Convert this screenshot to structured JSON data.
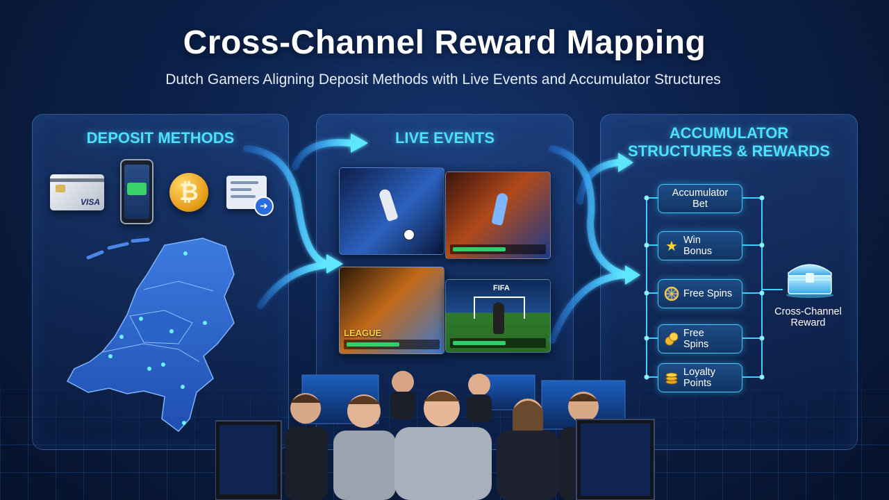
{
  "header": {
    "title": "Cross-Channel Reward Mapping",
    "subtitle": "Dutch Gamers Aligning Deposit Methods with Live Events and Accumulator Structures"
  },
  "panels": {
    "deposit": {
      "heading": "DEPOSIT METHODS",
      "card_brand": "VISA",
      "crypto_symbol": "₿",
      "icons": [
        "credit-card-icon",
        "smartphone-icon",
        "bitcoin-icon",
        "bank-transfer-icon"
      ]
    },
    "live": {
      "heading": "LIVE EVENTS",
      "tile_texts": [
        "LEAGUE",
        "FIFA"
      ]
    },
    "accumulator": {
      "heading_line1": "ACCUMULATOR",
      "heading_line2": "STRUCTURES & REWARDS",
      "items": [
        {
          "label": "Accumulator Bet",
          "icon": ""
        },
        {
          "label": "Win Bonus",
          "icon": "star-icon"
        },
        {
          "label": "Free Spins",
          "icon": "wheel-icon"
        },
        {
          "label": "Free Spins",
          "icon": "coins-icon"
        },
        {
          "label": "Loyalty Points",
          "icon": "coin-stack-icon"
        }
      ],
      "reward_label": "Cross-Channel Reward"
    }
  },
  "colors": {
    "accent": "#4fe0ff",
    "background": "#0b2048",
    "panel_border": "#6eaaff"
  }
}
